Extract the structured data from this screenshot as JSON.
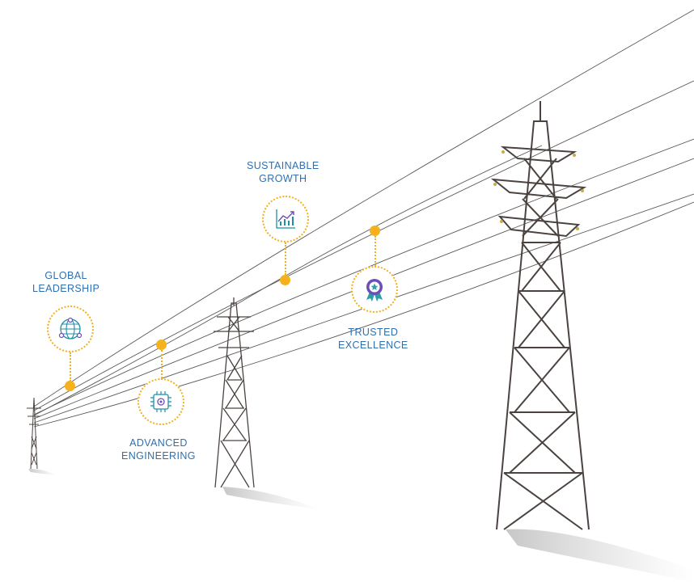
{
  "features": [
    {
      "id": "global",
      "line1": "GLOBAL",
      "line2": "LEADERSHIP",
      "icon": "globe-network-icon"
    },
    {
      "id": "engineering",
      "line1": "ADVANCED",
      "line2": "ENGINEERING",
      "icon": "chip-gear-icon"
    },
    {
      "id": "growth",
      "line1": "SUSTAINABLE",
      "line2": "GROWTH",
      "icon": "growth-chart-icon"
    },
    {
      "id": "trusted",
      "line1": "TRUSTED",
      "line2": "EXCELLENCE",
      "icon": "award-ribbon-icon"
    }
  ],
  "colors": {
    "label": "#2f6fb0",
    "accent": "#f6b21c",
    "tower": "#4a4340",
    "wire": "#555555"
  }
}
